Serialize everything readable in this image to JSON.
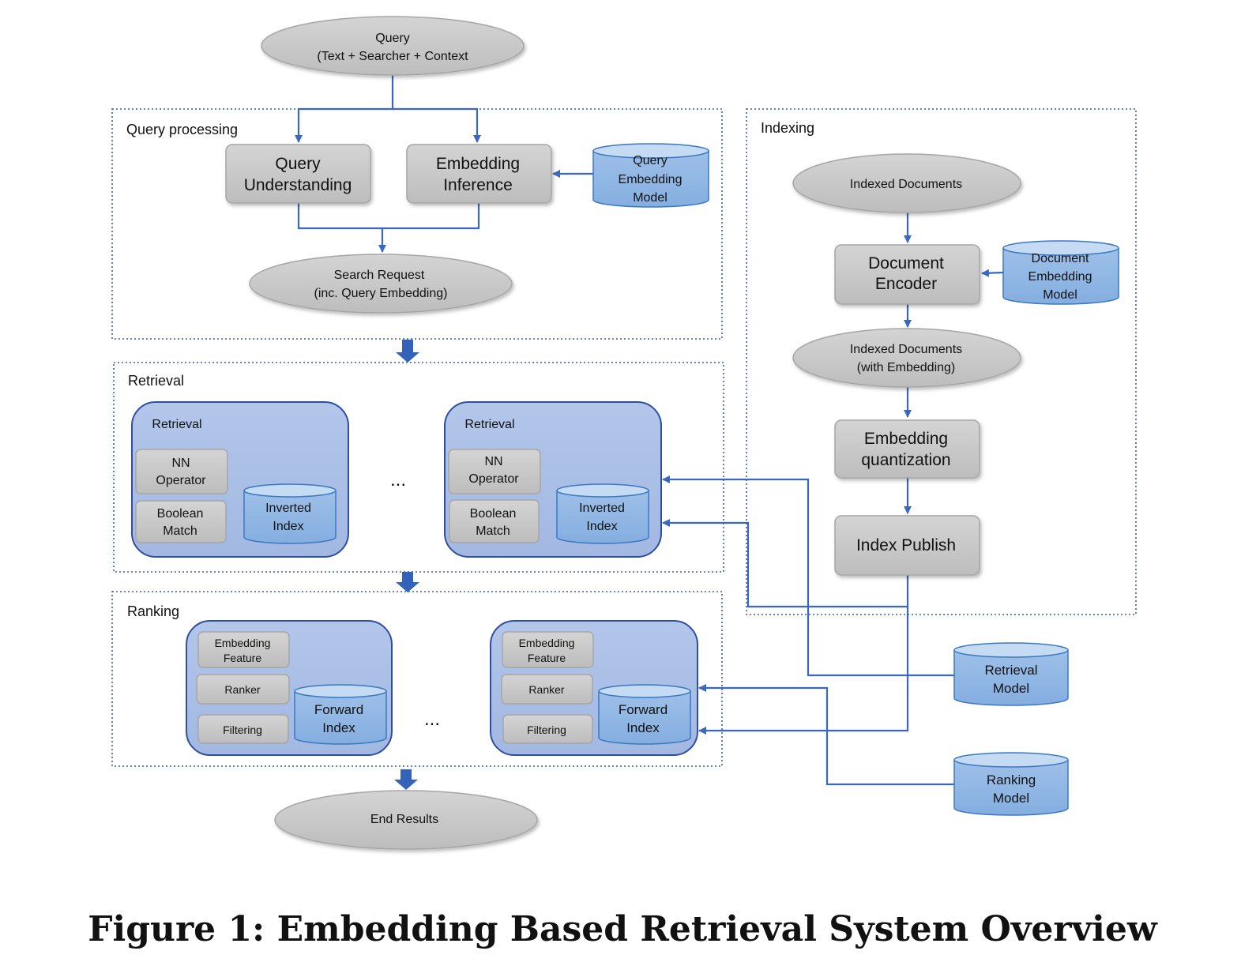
{
  "query": {
    "line1": "Query",
    "line2": "(Text + Searcher + Context"
  },
  "query_processing": {
    "label": "Query processing",
    "query_understanding": {
      "line1": "Query",
      "line2": "Understanding"
    },
    "embedding_inference": {
      "line1": "Embedding",
      "line2": "Inference"
    },
    "query_embedding_model": {
      "line1": "Query",
      "line2": "Embedding",
      "line3": "Model"
    },
    "search_request": {
      "line1": "Search Request",
      "line2": "(inc. Query Embedding)"
    }
  },
  "retrieval": {
    "label": "Retrieval",
    "unit_label": "Retrieval",
    "nn_operator": {
      "line1": "NN",
      "line2": "Operator"
    },
    "boolean_match": {
      "line1": "Boolean",
      "line2": "Match"
    },
    "inverted_index": {
      "line1": "Inverted",
      "line2": "Index"
    },
    "ellipsis": "..."
  },
  "ranking": {
    "label": "Ranking",
    "embedding_feature": {
      "line1": "Embedding",
      "line2": "Feature"
    },
    "ranker": "Ranker",
    "filtering": "Filtering",
    "forward_index": {
      "line1": "Forward",
      "line2": "Index"
    },
    "ellipsis": "..."
  },
  "end_results": "End Results",
  "indexing": {
    "label": "Indexing",
    "indexed_documents": "Indexed Documents",
    "document_encoder": {
      "line1": "Document",
      "line2": "Encoder"
    },
    "document_embedding_model": {
      "line1": "Document",
      "line2": "Embedding",
      "line3": "Model"
    },
    "indexed_documents_with_embedding": {
      "line1": "Indexed Documents",
      "line2": "(with Embedding)"
    },
    "embedding_quantization": {
      "line1": "Embedding",
      "line2": "quantization"
    },
    "index_publish": "Index Publish"
  },
  "retrieval_model": {
    "line1": "Retrieval",
    "line2": "Model"
  },
  "ranking_model": {
    "line1": "Ranking",
    "line2": "Model"
  },
  "caption": "Figure 1: Embedding Based Retrieval System Overview",
  "colors": {
    "gray_fill": "#c7c7c7",
    "gray_stroke": "#a6a6a6",
    "blue_fill": "#a9bfe6",
    "blue_stroke": "#2f4f9e",
    "cyl_fill": "#8fb6e3",
    "cyl_top": "#c5dbf3",
    "cyl_stroke": "#3a78c3",
    "arrow": "#3a68c0",
    "fat_arrow": "#3263b8",
    "dotted": "#3a5fa6"
  }
}
